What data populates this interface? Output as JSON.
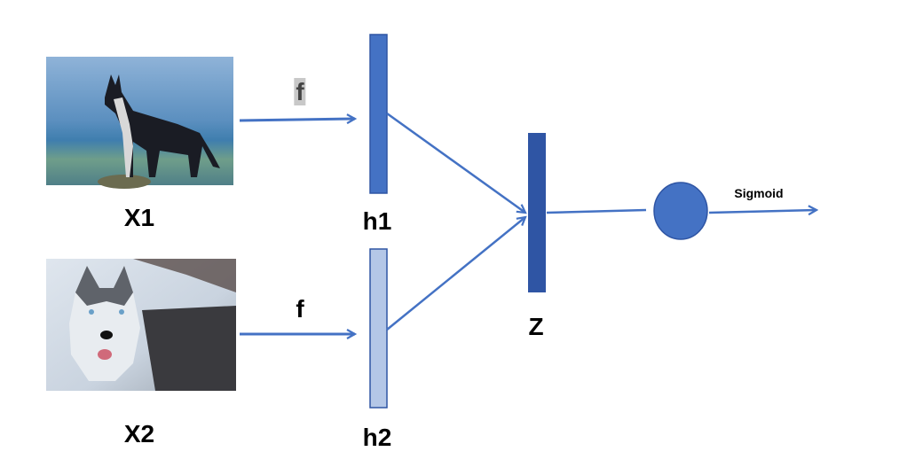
{
  "inputs": [
    {
      "label": "X1",
      "function_label": "f",
      "image": "husky-standing-photo"
    },
    {
      "label": "X2",
      "function_label": "f",
      "image": "husky-portrait-photo"
    }
  ],
  "hidden": [
    {
      "label": "h1"
    },
    {
      "label": "h2"
    }
  ],
  "combined": {
    "label": "Z"
  },
  "output": {
    "activation_label": "Sigmoid"
  },
  "colors": {
    "arrow": "#4472c4",
    "h1": "#4472c4",
    "h2": "#b4c7e7",
    "z": "#2f55a4",
    "node": "#4472c4"
  }
}
